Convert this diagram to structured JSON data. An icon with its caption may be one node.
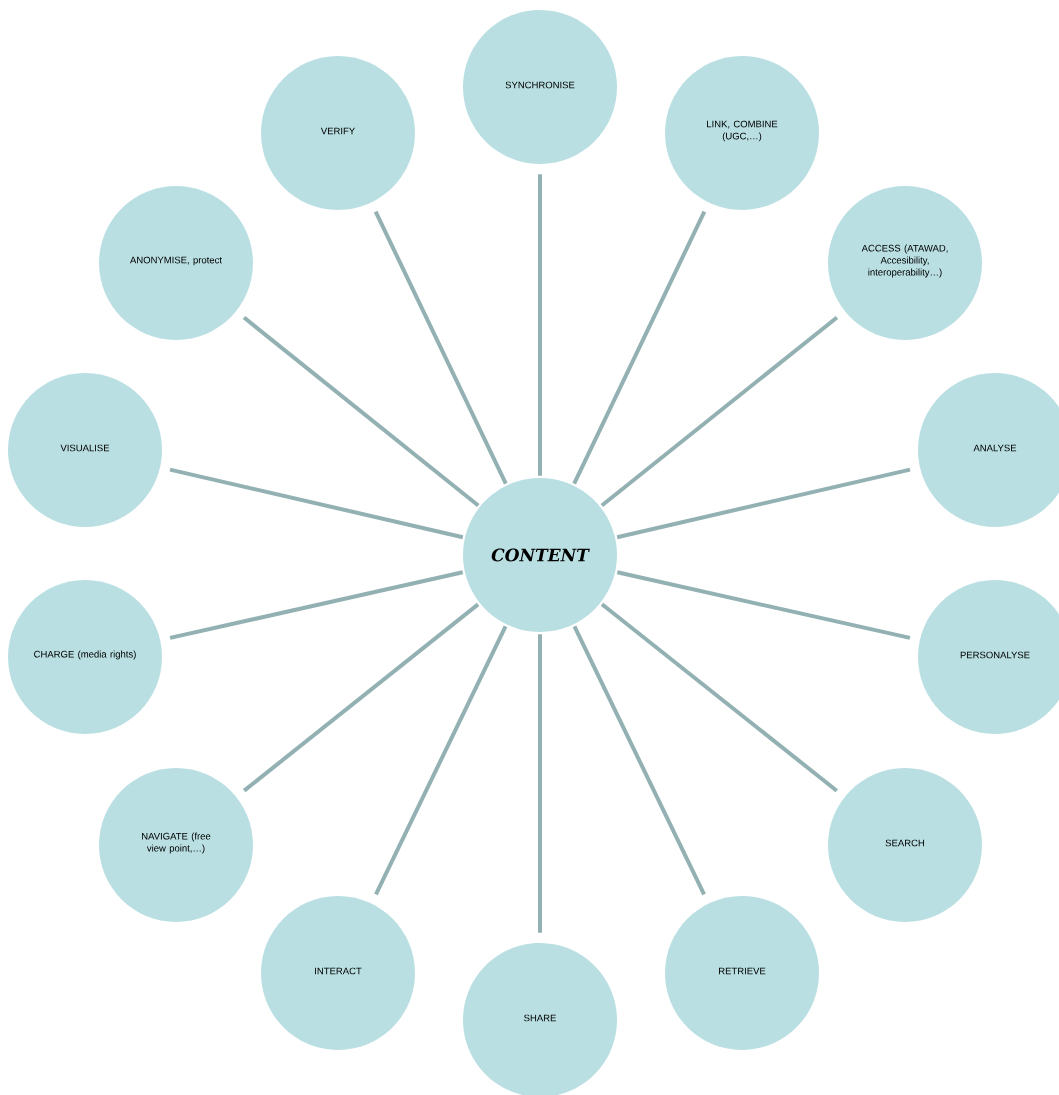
{
  "diagram": {
    "nodes": [
      {
        "text": [
          "CONTENT"
        ]
      },
      {
        "text": [
          "SYNCHRONISE"
        ]
      },
      {
        "text": [
          "LINK, COMBINE (UGC,…)"
        ]
      },
      {
        "text": [
          "ACCESS (ATAWAD, Accesibility, interoperability…)"
        ]
      },
      {
        "text": [
          "ANALYSE"
        ]
      },
      {
        "text": [
          "PERSONALYSE"
        ]
      },
      {
        "text": [
          "SEARCH"
        ]
      },
      {
        "text": [
          "RETRIEVE"
        ]
      },
      {
        "text": [
          "SHARE"
        ]
      },
      {
        "text": [
          "INTERACT"
        ]
      },
      {
        "text": [
          "NAVIGATE (free view point,…)"
        ]
      },
      {
        "text": [
          "CHARGE (media rights)"
        ]
      },
      {
        "text": [
          "VISUALISE"
        ]
      },
      {
        "text": [
          "ANONYMISE, protect"
        ]
      },
      {
        "text": [
          "VERIFY"
        ]
      }
    ],
    "edges": [
      {
        "from": 0,
        "to": 1,
        "arrow": "none"
      },
      {
        "from": 0,
        "to": 2,
        "arrow": "none"
      },
      {
        "from": 0,
        "to": 3,
        "arrow": "none"
      },
      {
        "from": 0,
        "to": 4,
        "arrow": "none"
      },
      {
        "from": 0,
        "to": 5,
        "arrow": "none"
      },
      {
        "from": 0,
        "to": 6,
        "arrow": "none"
      },
      {
        "from": 0,
        "to": 7,
        "arrow": "none"
      },
      {
        "from": 0,
        "to": 8,
        "arrow": "none"
      },
      {
        "from": 0,
        "to": 9,
        "arrow": "none"
      },
      {
        "from": 0,
        "to": 10,
        "arrow": "none"
      },
      {
        "from": 0,
        "to": 11,
        "arrow": "none"
      },
      {
        "from": 0,
        "to": 12,
        "arrow": "none"
      },
      {
        "from": 0,
        "to": 13,
        "arrow": "none"
      },
      {
        "from": 0,
        "to": 14,
        "arrow": "none"
      }
    ]
  }
}
